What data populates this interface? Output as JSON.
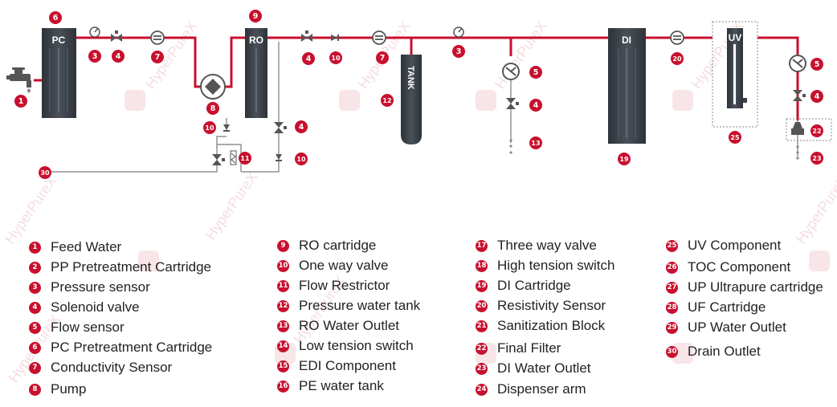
{
  "unit_labels": {
    "pc": "PC",
    "ro": "RO",
    "tank": "TANK",
    "di": "DI",
    "uv": "UV"
  },
  "watermark": "HyperPureX",
  "colors": {
    "pipe": "#c8102e",
    "badge": "#c8102e",
    "cartridge": "#3b4148",
    "icon": "#555555"
  },
  "markers": [
    "1",
    "6",
    "3",
    "4",
    "7",
    "9",
    "8",
    "10",
    "4",
    "11",
    "10",
    "4",
    "10",
    "30",
    "7",
    "12",
    "3",
    "5",
    "4",
    "13",
    "19",
    "20",
    "25",
    "5",
    "4",
    "22",
    "23"
  ],
  "legend": [
    [
      {
        "num": "1",
        "label": "Feed Water"
      },
      {
        "num": "2",
        "label": "PP Pretreatment Cartridge"
      },
      {
        "num": "3",
        "label": "Pressure sensor"
      },
      {
        "num": "4",
        "label": "Solenoid valve"
      },
      {
        "num": "5",
        "label": "Flow sensor"
      },
      {
        "num": "6",
        "label": "PC Pretreatment Cartridge"
      },
      {
        "num": "7",
        "label": "Conductivity Sensor"
      },
      {
        "num": "8",
        "label": "Pump"
      }
    ],
    [
      {
        "num": "9",
        "label": "RO cartridge"
      },
      {
        "num": "10",
        "label": "One way valve"
      },
      {
        "num": "11",
        "label": "Flow Restrictor"
      },
      {
        "num": "12",
        "label": "Pressure water tank"
      },
      {
        "num": "13",
        "label": "RO Water Outlet"
      },
      {
        "num": "14",
        "label": "Low tension switch"
      },
      {
        "num": "15",
        "label": "EDI Component"
      },
      {
        "num": "16",
        "label": "PE water tank"
      }
    ],
    [
      {
        "num": "17",
        "label": "Three way valve"
      },
      {
        "num": "18",
        "label": "High tension switch"
      },
      {
        "num": "19",
        "label": "DI Cartridge"
      },
      {
        "num": "20",
        "label": "Resistivity Sensor"
      },
      {
        "num": "21",
        "label": "Sanitization Block"
      },
      {
        "num": "22",
        "label": "Final Filter"
      },
      {
        "num": "23",
        "label": "DI Water Outlet"
      },
      {
        "num": "24",
        "label": "Dispenser arm"
      }
    ],
    [
      {
        "num": "25",
        "label": "UV Component"
      },
      {
        "num": "26",
        "label": "TOC Component"
      },
      {
        "num": "27",
        "label": "UP Ultrapure cartridge"
      },
      {
        "num": "28",
        "label": "UF Cartridge"
      },
      {
        "num": "29",
        "label": "UP Water Outlet"
      },
      {
        "num": "30",
        "label": "Drain Outlet"
      }
    ]
  ]
}
